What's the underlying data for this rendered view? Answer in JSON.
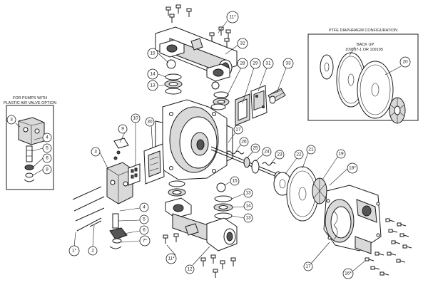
{
  "inset_left": {
    "line1": "FOR PUMPS WITH",
    "line2": "PLASTIC AIR VALVE OPTION"
  },
  "inset_right": {
    "title": "PTFE DIAPHRAGM CONFIGURATION",
    "backup_line1": "BACK UP",
    "backup_line2": "109187-1 OR 109195"
  },
  "callouts": [
    {
      "id": "c-11s-top",
      "text": "11*"
    },
    {
      "id": "c-15-top",
      "text": "15"
    },
    {
      "id": "c-32",
      "text": "32"
    },
    {
      "id": "c-14-top",
      "text": "14"
    },
    {
      "id": "c-13-top",
      "text": "13"
    },
    {
      "id": "c-28",
      "text": "28"
    },
    {
      "id": "c-29",
      "text": "29"
    },
    {
      "id": "c-31",
      "text": "31"
    },
    {
      "id": "c-33",
      "text": "33"
    },
    {
      "id": "c-20",
      "text": "20"
    },
    {
      "id": "c-3-inset",
      "text": "3"
    },
    {
      "id": "c-4-inset",
      "text": "4"
    },
    {
      "id": "c-5-inset",
      "text": "5"
    },
    {
      "id": "c-6-inset",
      "text": "6"
    },
    {
      "id": "c-8-inset",
      "text": "8"
    },
    {
      "id": "c-9",
      "text": "9"
    },
    {
      "id": "c-10",
      "text": "10"
    },
    {
      "id": "c-30",
      "text": "30"
    },
    {
      "id": "c-27",
      "text": "27"
    },
    {
      "id": "c-26",
      "text": "26"
    },
    {
      "id": "c-25",
      "text": "25"
    },
    {
      "id": "c-24",
      "text": "24"
    },
    {
      "id": "c-23",
      "text": "23"
    },
    {
      "id": "c-22",
      "text": "22"
    },
    {
      "id": "c-21",
      "text": "21"
    },
    {
      "id": "c-19",
      "text": "19"
    },
    {
      "id": "c-18s",
      "text": "18*"
    },
    {
      "id": "c-3-main",
      "text": "3"
    },
    {
      "id": "c-4-main",
      "text": "4"
    },
    {
      "id": "c-5-main",
      "text": "5"
    },
    {
      "id": "c-6-main",
      "text": "6"
    },
    {
      "id": "c-7s",
      "text": "7*"
    },
    {
      "id": "c-1s",
      "text": "1*"
    },
    {
      "id": "c-2",
      "text": "2"
    },
    {
      "id": "c-15-bot",
      "text": "15"
    },
    {
      "id": "c-13-mid",
      "text": "13"
    },
    {
      "id": "c-14-bot",
      "text": "14"
    },
    {
      "id": "c-13-bot",
      "text": "13"
    },
    {
      "id": "c-11s-bot",
      "text": "11*"
    },
    {
      "id": "c-12",
      "text": "12"
    },
    {
      "id": "c-17",
      "text": "17"
    },
    {
      "id": "c-16s",
      "text": "16*"
    }
  ]
}
